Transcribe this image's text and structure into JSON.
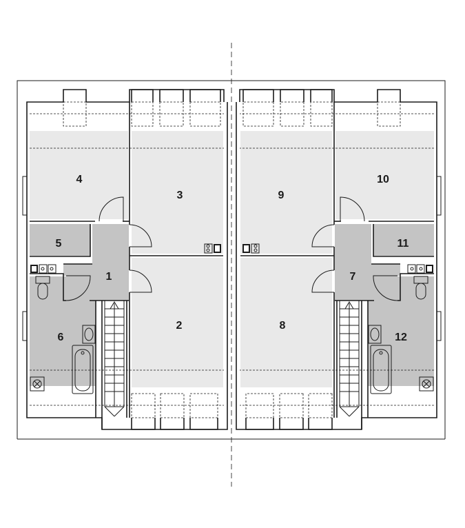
{
  "rooms": [
    {
      "id": "1",
      "label": "1",
      "tone": "mid"
    },
    {
      "id": "2",
      "label": "2",
      "tone": "light"
    },
    {
      "id": "3",
      "label": "3",
      "tone": "light"
    },
    {
      "id": "4",
      "label": "4",
      "tone": "light"
    },
    {
      "id": "5",
      "label": "5",
      "tone": "mid"
    },
    {
      "id": "6",
      "label": "6",
      "tone": "mid"
    },
    {
      "id": "7",
      "label": "7",
      "tone": "mid"
    },
    {
      "id": "8",
      "label": "8",
      "tone": "light"
    },
    {
      "id": "9",
      "label": "9",
      "tone": "light"
    },
    {
      "id": "10",
      "label": "10",
      "tone": "light"
    },
    {
      "id": "11",
      "label": "11",
      "tone": "mid"
    },
    {
      "id": "12",
      "label": "12",
      "tone": "mid"
    }
  ],
  "colors": {
    "wall": "#1a1a1a",
    "room_light": "#e9e9e9",
    "room_mid": "#c4c4c4",
    "background": "#ffffff"
  },
  "icons": [
    "bathtub-icon",
    "washbasin-icon",
    "toilet-icon",
    "boiler-icon",
    "stove-icon",
    "stair-icon",
    "door-swing-icon",
    "window-icon"
  ]
}
